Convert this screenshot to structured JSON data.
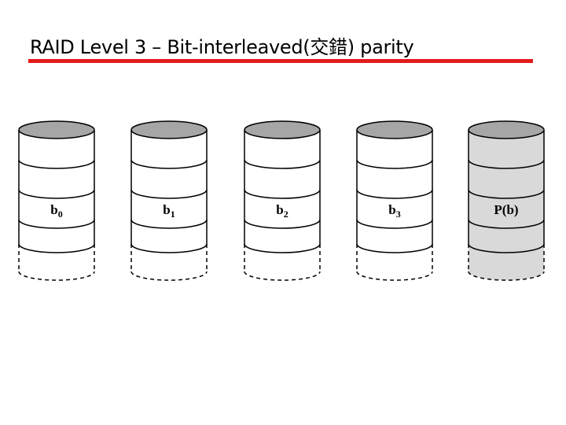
{
  "slide": {
    "title": "RAID Level 3 – Bit-interleaved(交錯) parity",
    "accent_color": "#e31b1b"
  },
  "disks": [
    {
      "label": "b",
      "subscript": "0",
      "parity": false
    },
    {
      "label": "b",
      "subscript": "1",
      "parity": false
    },
    {
      "label": "b",
      "subscript": "2",
      "parity": false
    },
    {
      "label": "b",
      "subscript": "3",
      "parity": false
    },
    {
      "label": "P(b)",
      "subscript": "",
      "parity": true
    }
  ],
  "colors": {
    "data_disk_fill": "#ffffff",
    "parity_disk_fill": "#d9d9d9",
    "disk_top_fill": "#a6a6a6",
    "stroke": "#000000"
  }
}
